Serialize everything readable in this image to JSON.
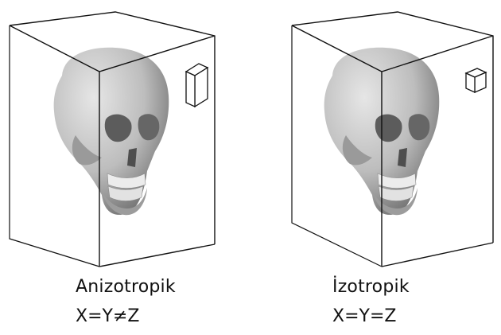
{
  "panels": [
    {
      "label": "Anizotropik",
      "formula": "X=Y≠Z"
    },
    {
      "label": "İzotropik",
      "formula": "X=Y=Z"
    }
  ],
  "colors": {
    "line": "#111111",
    "skull_light": "#d9d9d9",
    "skull_mid": "#a8a8a8",
    "skull_dark": "#5c5c5c",
    "background": "#ffffff"
  },
  "icons": [
    "voxel-box-elongated",
    "voxel-box-cube",
    "skull-illustration"
  ]
}
